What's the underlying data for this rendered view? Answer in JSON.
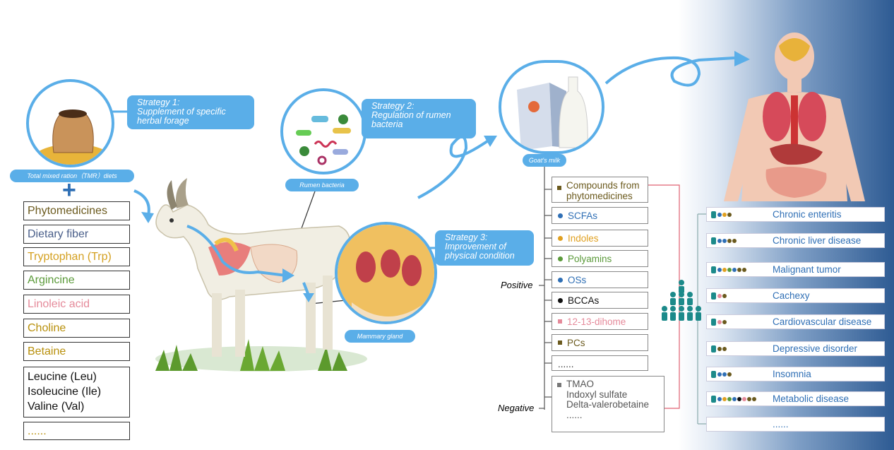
{
  "strategies": {
    "s1": "Strategy 1:\nSupplement of specific\nherbal forage",
    "s2": "Strategy 2:\nRegulation of rumen\nbacteria",
    "s3": "Strategy 3:\nImprovement of\nphysical condition"
  },
  "tags": {
    "tmr": "Total mixed ration（TMR）diets",
    "rumen": "Rumen bacteria",
    "mammary": "Mammary gland",
    "milk": "Goat's milk"
  },
  "plus_sign": "+",
  "left_list": [
    {
      "label": "Phytomedicines",
      "color": "#6b5a1e"
    },
    {
      "label": "Dietary fiber",
      "color": "#4a5f8a"
    },
    {
      "label": "Tryptophan (Trp)",
      "color": "#d4a020"
    },
    {
      "label": "Argincine",
      "color": "#5b9a3a"
    },
    {
      "label": "Linoleic acid",
      "color": "#e58a9a"
    },
    {
      "label": "Choline",
      "color": "#b8900c"
    },
    {
      "label": "Betaine",
      "color": "#b8900c"
    },
    {
      "label": "Leucine (Leu)\nIsoleucine (Ile)\nValine (Val)",
      "color": "#111111"
    },
    {
      "label": "......",
      "color": "#b8900c"
    }
  ],
  "middle_list": [
    {
      "label": "Compounds from\nphytomedicines",
      "color": "#6b5a1e",
      "marker": "square"
    },
    {
      "label": "SCFAs",
      "color": "#2f6fb5",
      "marker": "dot"
    },
    {
      "label": "Indoles",
      "color": "#e0a020",
      "marker": "dot"
    },
    {
      "label": "Polyamins",
      "color": "#5b9a3a",
      "marker": "dot"
    },
    {
      "label": "OSs",
      "color": "#2f6fb5",
      "marker": "dot"
    },
    {
      "label": "BCCAs",
      "color": "#111111",
      "marker": "dot"
    },
    {
      "label": "12-13-dihome",
      "color": "#e58a9a",
      "marker": "square"
    },
    {
      "label": "PCs",
      "color": "#6b5a1e",
      "marker": "square"
    },
    {
      "label": "......",
      "color": "#333333",
      "marker": "none"
    },
    {
      "label": "TMAO\nIndoxyl sulfate\nDelta-valerobetaine\n......",
      "color": "#555555",
      "marker": "square"
    }
  ],
  "effects": {
    "positive": "Positive",
    "negative": "Negative"
  },
  "diseases": [
    {
      "label": "Chronic enteritis",
      "dots": [
        "#2f6fb5",
        "#e0a020",
        "#6b5a1e"
      ]
    },
    {
      "label": "Chronic liver disease",
      "dots": [
        "#2f6fb5",
        "#2f6fb5",
        "#6b5a1e",
        "#6b5a1e"
      ]
    },
    {
      "label": "Malignant tumor",
      "dots": [
        "#2f6fb5",
        "#e0a020",
        "#5b9a3a",
        "#2f6fb5",
        "#6b5a1e",
        "#6b5a1e"
      ]
    },
    {
      "label": "Cachexy",
      "dots": [
        "#e58a9a",
        "#6b5a1e"
      ]
    },
    {
      "label": "Cardiovascular disease",
      "dots": [
        "#e58a9a",
        "#6b5a1e"
      ]
    },
    {
      "label": "Depressive disorder",
      "dots": [
        "#6b5a1e",
        "#6b5a1e"
      ]
    },
    {
      "label": "Insomnia",
      "dots": [
        "#2f6fb5",
        "#2f6fb5",
        "#6b5a1e"
      ]
    },
    {
      "label": "Metabolic disease",
      "dots": [
        "#2f6fb5",
        "#e0a020",
        "#5b9a3a",
        "#2f6fb5",
        "#111111",
        "#e58a9a",
        "#6b5a1e",
        "#6b5a1e"
      ]
    },
    {
      "label": "......",
      "dots": []
    }
  ],
  "colors": {
    "accent": "#5aaee8",
    "link_red": "#e06070",
    "disease_text": "#2f6fb5"
  }
}
